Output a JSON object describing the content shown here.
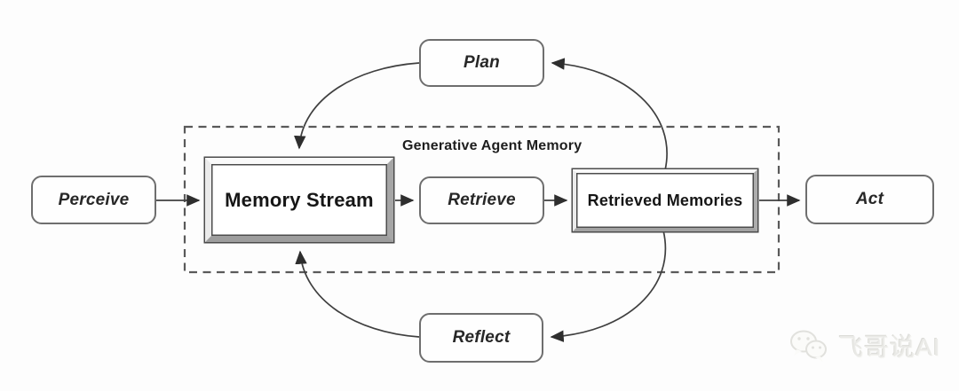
{
  "diagram": {
    "title": "Generative Agent Memory",
    "nodes": {
      "perceive": {
        "label": "Perceive"
      },
      "plan": {
        "label": "Plan"
      },
      "memory_stream": {
        "label": "Memory Stream"
      },
      "retrieve": {
        "label": "Retrieve"
      },
      "retrieved_memories": {
        "label": "Retrieved Memories"
      },
      "reflect": {
        "label": "Reflect"
      },
      "act": {
        "label": "Act"
      }
    },
    "edges": [
      {
        "from": "Perceive",
        "to": "Memory Stream"
      },
      {
        "from": "Memory Stream",
        "to": "Retrieve"
      },
      {
        "from": "Retrieve",
        "to": "Retrieved Memories"
      },
      {
        "from": "Retrieved Memories",
        "to": "Act"
      },
      {
        "from": "Retrieved Memories",
        "to": "Plan"
      },
      {
        "from": "Plan",
        "to": "Memory Stream"
      },
      {
        "from": "Retrieved Memories",
        "to": "Reflect"
      },
      {
        "from": "Reflect",
        "to": "Memory Stream"
      }
    ],
    "colors": {
      "line": "#3f3f3f",
      "node_border": "#6e6e6e",
      "dashed_border": "#5a5a5a",
      "text": "#1e1e1e",
      "background": "#fdfdfd"
    }
  },
  "watermark": {
    "text": "飞哥说AI"
  }
}
